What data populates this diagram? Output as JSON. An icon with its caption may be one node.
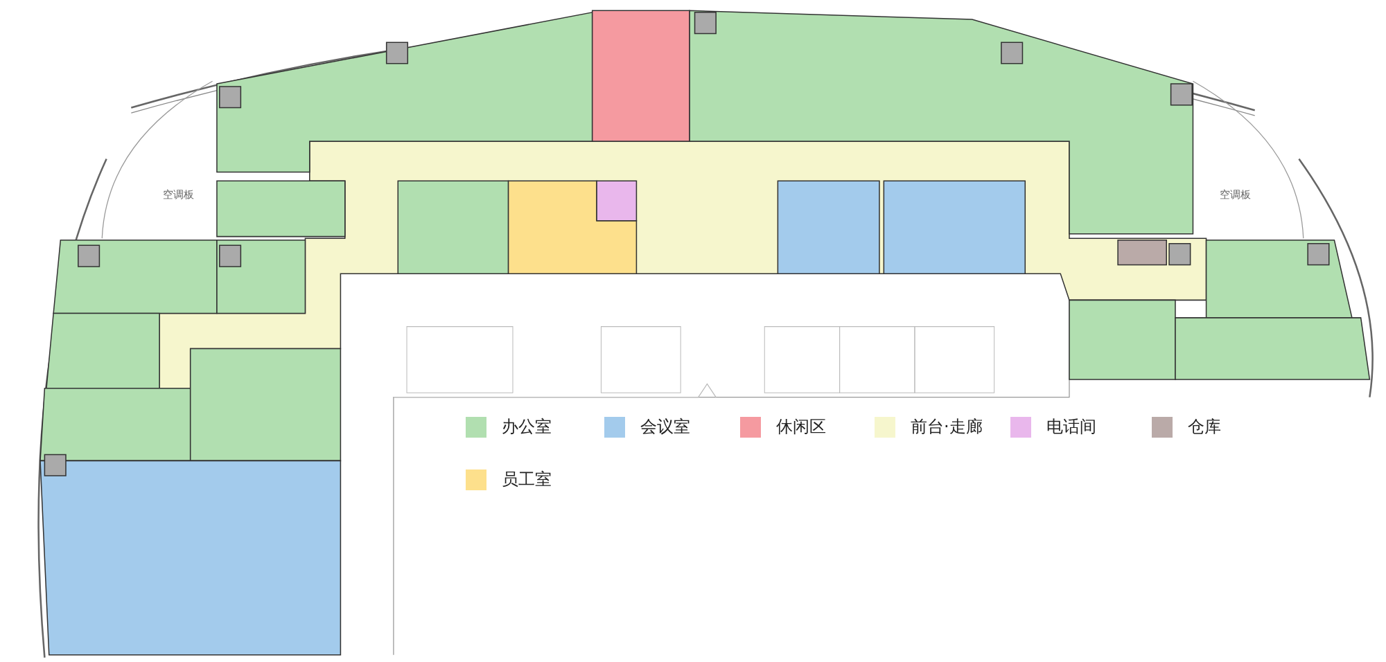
{
  "diagram": {
    "labels": [
      "空调板",
      "空调板"
    ],
    "legend": [
      {
        "text": "办公室",
        "color": "#b1dfb0"
      },
      {
        "text": "会议室",
        "color": "#a3cbec"
      },
      {
        "text": "休闲区",
        "color": "#f59aa0"
      },
      {
        "text": "前台·走廊",
        "color": "#f6f6cd"
      },
      {
        "text": "电话间",
        "color": "#e9b7ec"
      },
      {
        "text": "仓库",
        "color": "#baaaa8"
      },
      {
        "text": "员工室",
        "color": "#fde08c"
      }
    ]
  }
}
